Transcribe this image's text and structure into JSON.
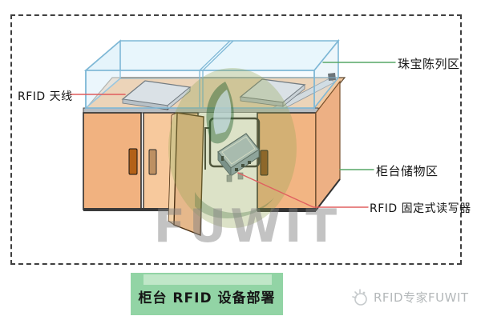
{
  "scene": {
    "callouts": {
      "antenna": "RFID 天线",
      "display_area": "珠宝陈列区",
      "storage_area": "柜台储物区",
      "reader": "RFID 固定式读写器"
    },
    "caption": "柜台 RFID 设备部署",
    "watermark_text": "FUWIT",
    "footer_brand": "RFID专家FUWIT",
    "icons": {
      "footer_logo": "fuwit-sparkle-icon"
    },
    "colors": {
      "callout_red": "#e05c5c",
      "callout_green": "#56a767",
      "caption_green": "#92d4a5",
      "caption_green_light": "#c0e7c8",
      "cabinet_orange": "#f2b583",
      "counter_tan": "#f2c9a0",
      "glass_blue": "#7fb8d6",
      "reader_blue": "#b2c5d9",
      "watermark_olive": "#94a656",
      "watermark_gray": "#808080",
      "footer_gray": "#b4b8ba",
      "border_dash": "#3f3f3f"
    }
  }
}
